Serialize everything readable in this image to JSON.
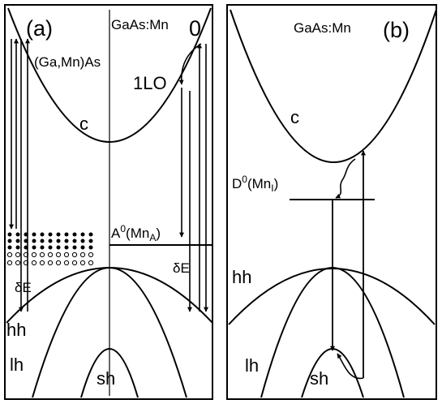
{
  "panel_a": {
    "panel_label": "(a)",
    "material": "GaAs:Mn",
    "alloy": "(Ga,Mn)As",
    "zero_label": "0",
    "phonon_label": "1LO",
    "band_c": "c",
    "band_hh": "hh",
    "band_lh": "lh",
    "band_sh": "sh",
    "acceptor_main": "A",
    "acceptor_sup": "0",
    "acceptor_open": "(Mn",
    "acceptor_sub": "A",
    "acceptor_close": ")",
    "delta_left": "δE",
    "delta_right": "δE"
  },
  "panel_b": {
    "panel_label": "(b)",
    "material": "GaAs:Mn",
    "band_c": "c",
    "band_hh": "hh",
    "band_lh": "lh",
    "band_sh": "sh",
    "donor_main": "D",
    "donor_sup": "0",
    "donor_open": "(Mn",
    "donor_sub": "I",
    "donor_close": ")"
  },
  "colors": {
    "ink": "#000000",
    "background": "#ffffff"
  }
}
